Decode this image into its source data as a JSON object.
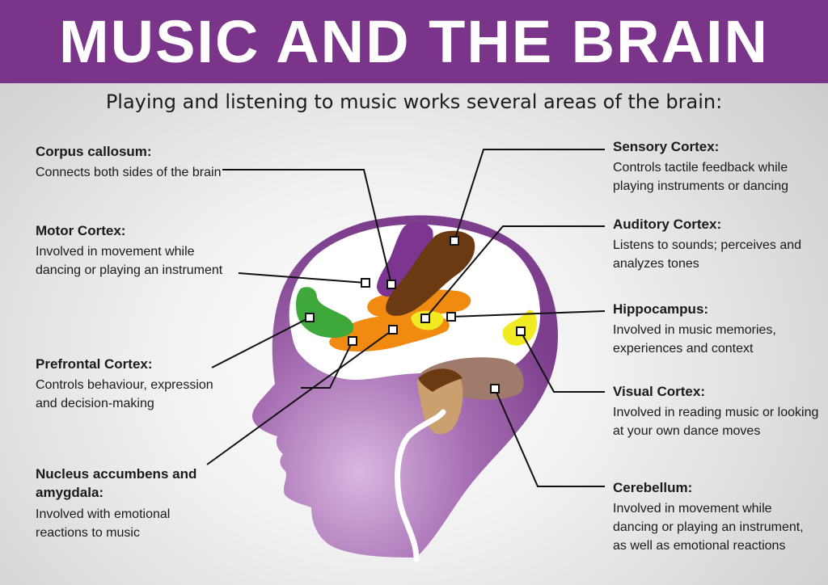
{
  "header": {
    "title": "MUSIC AND THE BRAIN",
    "subtitle": "Playing and listening to music works several areas of the brain:"
  },
  "areas": {
    "corpus_callosum": {
      "heading": "Corpus callosum:",
      "desc": "Connects both sides of the brain"
    },
    "motor_cortex": {
      "heading": "Motor Cortex:",
      "desc": "Involved in movement while dancing or playing an instrument"
    },
    "prefrontal_cortex": {
      "heading": "Prefrontal Cortex:",
      "desc": "Controls behaviour, expression and decision-making"
    },
    "nucleus_accumbens": {
      "heading": "Nucleus accumbens and amygdala:",
      "desc": "Involved with emotional reactions to music"
    },
    "sensory_cortex": {
      "heading": "Sensory Cortex:",
      "desc": "Controls tactile feedback while playing instruments or dancing"
    },
    "auditory_cortex": {
      "heading": "Auditory Cortex:",
      "desc": "Listens to sounds; perceives and analyzes tones"
    },
    "hippocampus": {
      "heading": "Hippocampus:",
      "desc": "Involved in music memories, experiences and context"
    },
    "visual_cortex": {
      "heading": "Visual Cortex:",
      "desc": "Involved in reading music or looking at your own dance moves"
    },
    "cerebellum": {
      "heading": "Cerebellum:",
      "desc": "Involved in movement while dancing or playing an instrument, as well as emotional reactions"
    }
  },
  "colors": {
    "banner": "#7a358a",
    "head": "#9a5aa8",
    "brain": "#ffffff",
    "motor_cortex": "#7e3491",
    "sensory_cortex": "#6b3a12",
    "prefrontal_cortex": "#3fa83a",
    "corpus_callosum": "#f08a10",
    "hippocampus": "#f2ea22",
    "cerebellum": "#a07a6a",
    "brainstem": "#c9a06e"
  }
}
